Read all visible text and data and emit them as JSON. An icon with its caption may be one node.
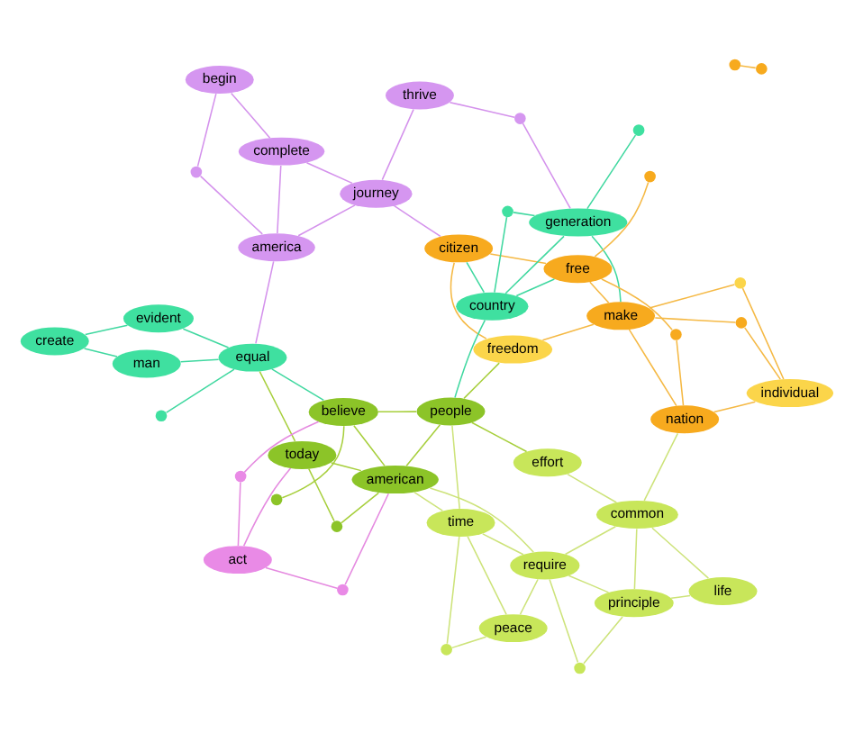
{
  "diagram": {
    "nodes": [
      {
        "text": [
          "require"
        ]
      },
      {
        "text": [
          "peace"
        ]
      },
      {
        "text": [
          "principle"
        ]
      },
      {
        "text": [
          "time"
        ]
      },
      {
        "text": [
          "life"
        ]
      },
      {
        "text": [
          "act"
        ]
      },
      {
        "text": [
          "common"
        ]
      },
      {
        "text": [
          "american"
        ]
      },
      {
        "text": [
          "today"
        ]
      },
      {
        "text": [
          "nation"
        ]
      },
      {
        "text": [
          "effort"
        ]
      },
      {
        "text": [
          "individual"
        ]
      },
      {
        "text": [
          "people"
        ]
      },
      {
        "text": [
          "believe"
        ]
      },
      {
        "text": [
          "create"
        ]
      },
      {
        "text": [
          "freedom"
        ]
      },
      {
        "text": [
          "make"
        ]
      },
      {
        "text": [
          "evident"
        ]
      },
      {
        "text": [
          "man"
        ]
      },
      {
        "text": [
          "equal"
        ]
      },
      {
        "text": [
          "free"
        ]
      },
      {
        "text": [
          "citizen"
        ]
      },
      {
        "text": [
          "country"
        ]
      },
      {
        "text": [
          "journey"
        ]
      },
      {
        "text": [
          "generation"
        ]
      },
      {
        "text": [
          "america"
        ]
      },
      {
        "text": [
          "thrive"
        ]
      },
      {
        "text": [
          "complete"
        ]
      },
      {
        "text": [
          "begin"
        ]
      },
      {
        "text": [],
        "shape": "circle"
      },
      {
        "text": [],
        "shape": "circle"
      },
      {
        "text": [],
        "shape": "circle"
      },
      {
        "text": [],
        "shape": "circle"
      },
      {
        "text": [],
        "shape": "circle"
      },
      {
        "text": [],
        "shape": "circle"
      },
      {
        "text": [],
        "shape": "circle"
      },
      {
        "text": [],
        "shape": "circle"
      },
      {
        "text": [],
        "shape": "circle"
      },
      {
        "text": [],
        "shape": "circle"
      },
      {
        "text": [],
        "shape": "circle"
      },
      {
        "text": [],
        "shape": "circle"
      },
      {
        "text": [],
        "shape": "circle"
      },
      {
        "text": [],
        "shape": "circle"
      },
      {
        "text": [],
        "shape": "circle"
      },
      {
        "text": [],
        "shape": "circle"
      },
      {
        "text": [],
        "shape": "circle"
      }
    ],
    "edges": [
      {
        "from": 0,
        "to": 1,
        "arrow": "none"
      },
      {
        "from": 0,
        "to": 2,
        "arrow": "none"
      },
      {
        "from": 0,
        "to": 3,
        "arrow": "none"
      },
      {
        "from": 0,
        "to": 6,
        "arrow": "none"
      },
      {
        "from": 2,
        "to": 4,
        "arrow": "none"
      },
      {
        "from": 2,
        "to": 6,
        "arrow": "none"
      },
      {
        "from": 3,
        "to": 1,
        "arrow": "none"
      },
      {
        "from": 3,
        "to": 7,
        "arrow": "none"
      },
      {
        "from": 4,
        "to": 6,
        "arrow": "none"
      },
      {
        "from": 6,
        "to": 10,
        "arrow": "none"
      },
      {
        "from": 0,
        "to": 29,
        "arrow": "none"
      },
      {
        "from": 2,
        "to": 29,
        "arrow": "none"
      },
      {
        "from": 3,
        "to": 30,
        "arrow": "none"
      },
      {
        "from": 1,
        "to": 30,
        "arrow": "none"
      },
      {
        "from": 6,
        "to": 9,
        "arrow": "none"
      },
      {
        "from": 3,
        "to": 12,
        "arrow": "none"
      },
      {
        "from": 0,
        "to": 7,
        "arrow": "none"
      },
      {
        "from": 7,
        "to": 8,
        "arrow": "none",
        "color": "#a7cf3c"
      },
      {
        "from": 7,
        "to": 12,
        "arrow": "none",
        "color": "#a7cf3c"
      },
      {
        "from": 7,
        "to": 13,
        "arrow": "none",
        "color": "#a7cf3c"
      },
      {
        "from": 12,
        "to": 13,
        "arrow": "none",
        "color": "#a7cf3c"
      },
      {
        "from": 8,
        "to": 31,
        "arrow": "none",
        "color": "#a7cf3c"
      },
      {
        "from": 7,
        "to": 31,
        "arrow": "none",
        "color": "#a7cf3c"
      },
      {
        "from": 12,
        "to": 10,
        "arrow": "none",
        "color": "#a7cf3c"
      },
      {
        "from": 13,
        "to": 32,
        "arrow": "none",
        "color": "#a7cf3c"
      },
      {
        "from": 12,
        "to": 15,
        "arrow": "none",
        "color": "#a7cf3c"
      },
      {
        "from": 8,
        "to": 19,
        "arrow": "none",
        "color": "#a7cf3c"
      },
      {
        "from": 5,
        "to": 33,
        "arrow": "none",
        "color": "#e58ae0"
      },
      {
        "from": 5,
        "to": 8,
        "arrow": "none",
        "color": "#e58ae0"
      },
      {
        "from": 33,
        "to": 7,
        "arrow": "none",
        "color": "#e58ae0"
      },
      {
        "from": 34,
        "to": 13,
        "arrow": "none",
        "color": "#e58ae0"
      },
      {
        "from": 5,
        "to": 34,
        "arrow": "none",
        "color": "#e58ae0"
      },
      {
        "from": 9,
        "to": 16,
        "arrow": "none",
        "color": "#f5b945"
      },
      {
        "from": 9,
        "to": 11,
        "arrow": "none",
        "color": "#f5b945"
      },
      {
        "from": 16,
        "to": 20,
        "arrow": "none",
        "color": "#f5b945"
      },
      {
        "from": 16,
        "to": 15,
        "arrow": "none",
        "color": "#f5b945"
      },
      {
        "from": 20,
        "to": 21,
        "arrow": "none",
        "color": "#f5b945"
      },
      {
        "from": 11,
        "to": 35,
        "arrow": "none",
        "color": "#f5b945"
      },
      {
        "from": 35,
        "to": 16,
        "arrow": "none",
        "color": "#f5b945"
      },
      {
        "from": 9,
        "to": 36,
        "arrow": "none",
        "color": "#f5b945"
      },
      {
        "from": 36,
        "to": 20,
        "arrow": "none",
        "color": "#f5b945"
      },
      {
        "from": 21,
        "to": 15,
        "arrow": "none",
        "color": "#f5b945"
      },
      {
        "from": 37,
        "to": 11,
        "arrow": "none",
        "color": "#f5b945"
      },
      {
        "from": 37,
        "to": 16,
        "arrow": "none",
        "color": "#f5b945"
      },
      {
        "from": 43,
        "to": 44,
        "arrow": "none",
        "color": "#f5b945"
      },
      {
        "from": 45,
        "to": 20,
        "arrow": "none",
        "color": "#f5b945"
      },
      {
        "from": 14,
        "to": 17,
        "arrow": "none",
        "color": "#40d8a0"
      },
      {
        "from": 14,
        "to": 18,
        "arrow": "none",
        "color": "#40d8a0"
      },
      {
        "from": 17,
        "to": 19,
        "arrow": "none",
        "color": "#40d8a0"
      },
      {
        "from": 18,
        "to": 19,
        "arrow": "none",
        "color": "#40d8a0"
      },
      {
        "from": 19,
        "to": 38,
        "arrow": "none",
        "color": "#40d8a0"
      },
      {
        "from": 22,
        "to": 24,
        "arrow": "none",
        "color": "#40d8a0"
      },
      {
        "from": 22,
        "to": 20,
        "arrow": "none",
        "color": "#40d8a0"
      },
      {
        "from": 24,
        "to": 39,
        "arrow": "none",
        "color": "#40d8a0"
      },
      {
        "from": 22,
        "to": 21,
        "arrow": "none",
        "color": "#40d8a0"
      },
      {
        "from": 39,
        "to": 22,
        "arrow": "none",
        "color": "#40d8a0"
      },
      {
        "from": 40,
        "to": 24,
        "arrow": "none",
        "color": "#40d8a0"
      },
      {
        "from": 19,
        "to": 13,
        "arrow": "none",
        "color": "#40d8a0"
      },
      {
        "from": 22,
        "to": 12,
        "arrow": "none",
        "color": "#40d8a0"
      },
      {
        "from": 24,
        "to": 16,
        "arrow": "none",
        "color": "#40d8a0"
      },
      {
        "from": 23,
        "to": 25,
        "arrow": "none",
        "color": "#d492ec"
      },
      {
        "from": 23,
        "to": 27,
        "arrow": "none",
        "color": "#d492ec"
      },
      {
        "from": 25,
        "to": 27,
        "arrow": "none",
        "color": "#d492ec"
      },
      {
        "from": 27,
        "to": 28,
        "arrow": "none",
        "color": "#d492ec"
      },
      {
        "from": 26,
        "to": 23,
        "arrow": "none",
        "color": "#d492ec"
      },
      {
        "from": 26,
        "to": 41,
        "arrow": "none",
        "color": "#d492ec"
      },
      {
        "from": 42,
        "to": 25,
        "arrow": "none",
        "color": "#d492ec"
      },
      {
        "from": 41,
        "to": 24,
        "arrow": "none",
        "color": "#d492ec"
      },
      {
        "from": 23,
        "to": 21,
        "arrow": "none",
        "color": "#d492ec"
      },
      {
        "from": 25,
        "to": 19,
        "arrow": "none",
        "color": "#d492ec"
      },
      {
        "from": 28,
        "to": 42,
        "arrow": "none",
        "color": "#d492ec"
      }
    ]
  }
}
